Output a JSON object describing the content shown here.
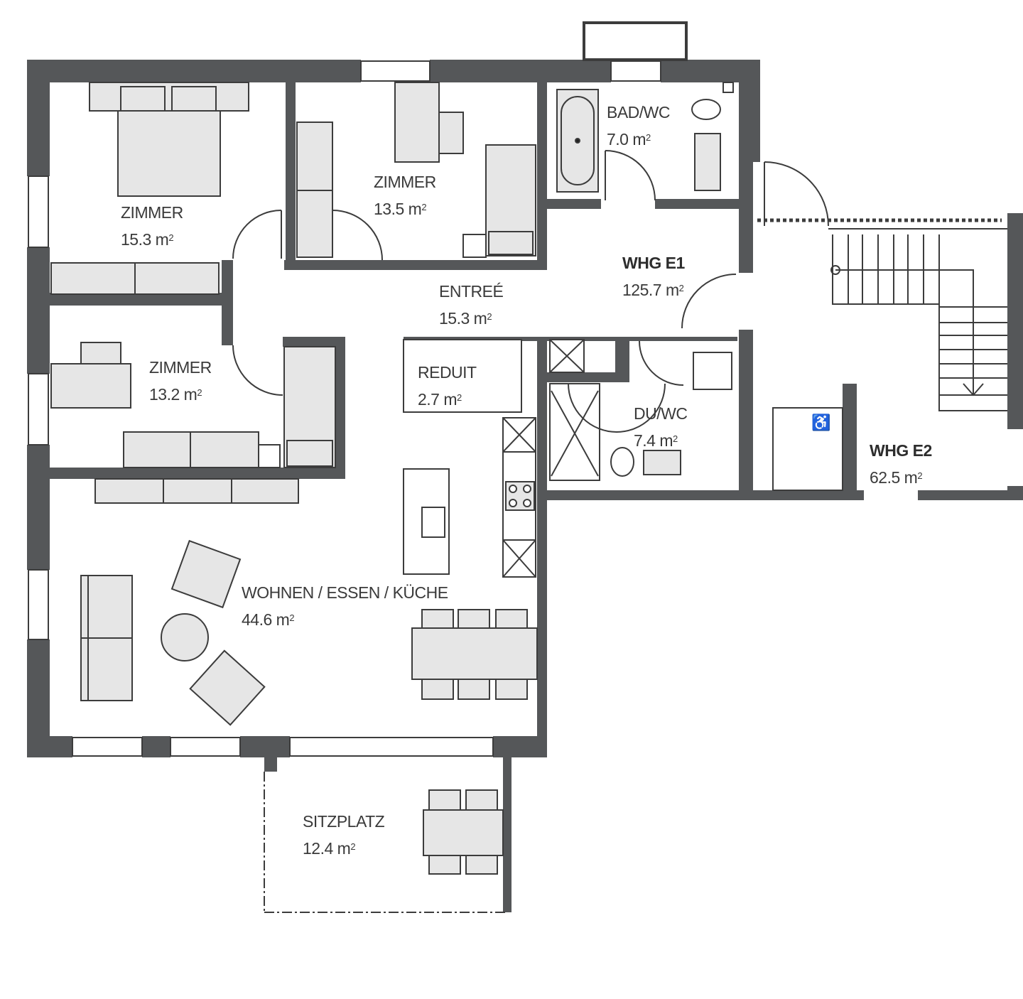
{
  "plan": {
    "colors": {
      "wall": "#555759",
      "furniture_fill": "#e6e6e6",
      "line": "#3c3c3c",
      "background": "#ffffff"
    },
    "area_unit": "m",
    "area_unit_exponent": "2"
  },
  "rooms": [
    {
      "id": "zimmer-1",
      "name": "ZIMMER",
      "area": "15.3 m"
    },
    {
      "id": "zimmer-2",
      "name": "ZIMMER",
      "area": "13.5 m"
    },
    {
      "id": "bad-wc",
      "name": "BAD/WC",
      "area": "7.0 m"
    },
    {
      "id": "whg-e1",
      "name": "WHG E1",
      "area": "125.7 m"
    },
    {
      "id": "entree",
      "name": "ENTREÉ",
      "area": "15.3 m"
    },
    {
      "id": "zimmer-3",
      "name": "ZIMMER",
      "area": "13.2 m"
    },
    {
      "id": "reduit",
      "name": "REDUIT",
      "area": "2.7 m"
    },
    {
      "id": "du-wc",
      "name": "DU/WC",
      "area": "7.4 m"
    },
    {
      "id": "whg-e2",
      "name": "WHG E2",
      "area": "62.5 m"
    },
    {
      "id": "wohnen",
      "name": "WOHNEN / ESSEN / KÜCHE",
      "area": "44.6 m"
    },
    {
      "id": "sitzplatz",
      "name": "SITZPLATZ",
      "area": "12.4 m"
    }
  ]
}
